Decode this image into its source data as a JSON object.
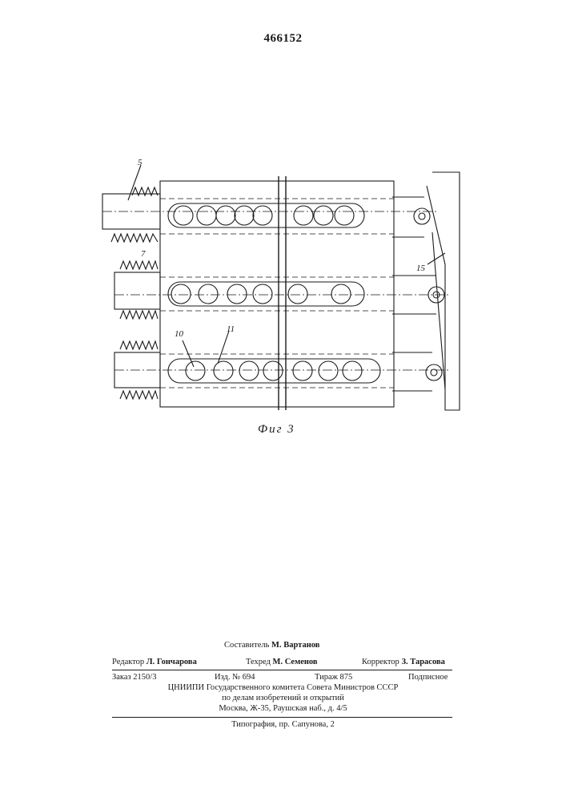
{
  "patent_number": "466152",
  "figure": {
    "caption": "Фиг 3",
    "labels": {
      "l5": "5",
      "l7": "7",
      "l10": "10",
      "l11": "11",
      "l15": "15"
    }
  },
  "colophon": {
    "compiler_label": "Составитель",
    "compiler_name": "М. Вартанов",
    "editor_label": "Редактор",
    "editor_name": "Л. Гончарова",
    "techred_label": "Техред",
    "techred_name": "М. Семенов",
    "corrector_label": "Корректор",
    "corrector_name": "З. Тарасова",
    "order": "Заказ 2150/3",
    "edition": "Изд. № 694",
    "circulation": "Тираж 875",
    "subscription": "Подписное",
    "org_line1": "ЦНИИПИ Государственного комитета Совета Министров СССР",
    "org_line2": "по делам изобретений и открытий",
    "address": "Москва, Ж-35, Раушская наб., д. 4/5",
    "printer": "Типография, пр. Сапунова, 2"
  }
}
